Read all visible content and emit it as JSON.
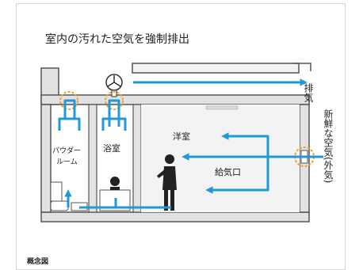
{
  "title": "室内の汚れた空気を強制排出",
  "labels": {
    "exhaust": "排気",
    "fresh_air": "新鮮な空気(外気)",
    "western_room": "洋室",
    "supply_vent": "給気口",
    "powder_room": "パウダールーム",
    "powder_room_line1": "パウダー",
    "powder_room_line2": "ルーム",
    "bathroom": "浴室",
    "caption": "概念図"
  },
  "colors": {
    "airflow": "#1f9ad6",
    "walls": "#555555",
    "wall_fill": "#e2e2e2",
    "vent_marker": "#f0a030",
    "room_fill": "#f3f3f3"
  },
  "icons": [
    "exhaust-fan-icon",
    "person-icon",
    "bathtub-icon",
    "toilet-icon",
    "sink-icon"
  ]
}
